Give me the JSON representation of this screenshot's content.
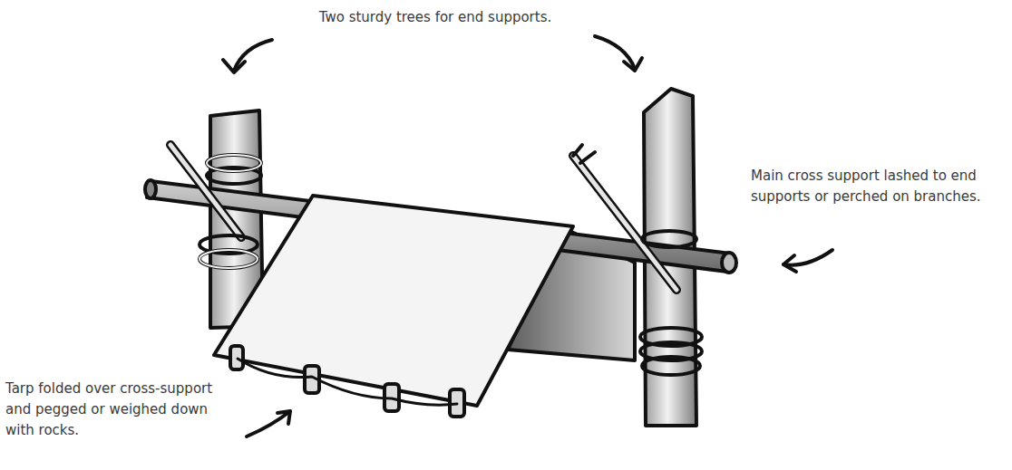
{
  "diagram": {
    "labels": [
      "Two sturdy trees for end supports.",
      "Main cross support lashed to end supports or perched on branches.",
      "Tarp folded over cross-support and pegged or weighed down with rocks."
    ]
  }
}
